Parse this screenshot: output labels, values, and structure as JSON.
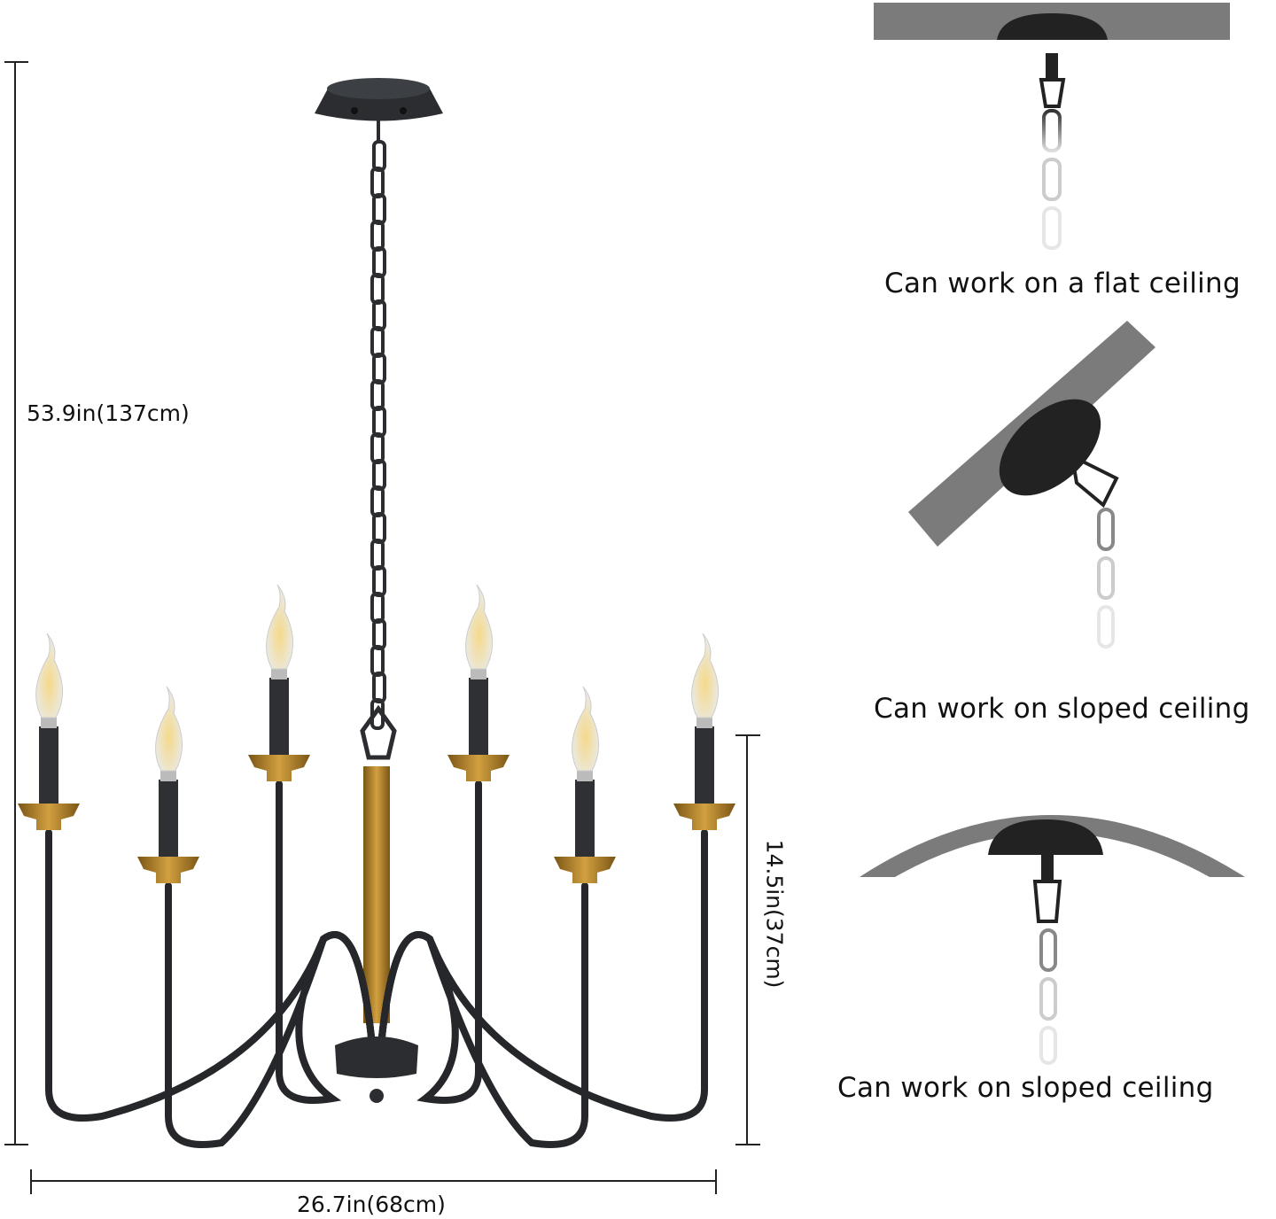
{
  "dimensions": {
    "total_height": "53.9in(137cm)",
    "body_height": "14.5in(37cm)",
    "width": "26.7in(68cm)"
  },
  "captions": [
    "Can work on a flat ceiling",
    "Can work on sloped ceiling",
    "Can work on sloped ceiling"
  ],
  "colors": {
    "metal": "#2b2d30",
    "gold": "#b8862a",
    "ceiling": "#7b7b7b",
    "bulb": "#f3e3b8"
  }
}
